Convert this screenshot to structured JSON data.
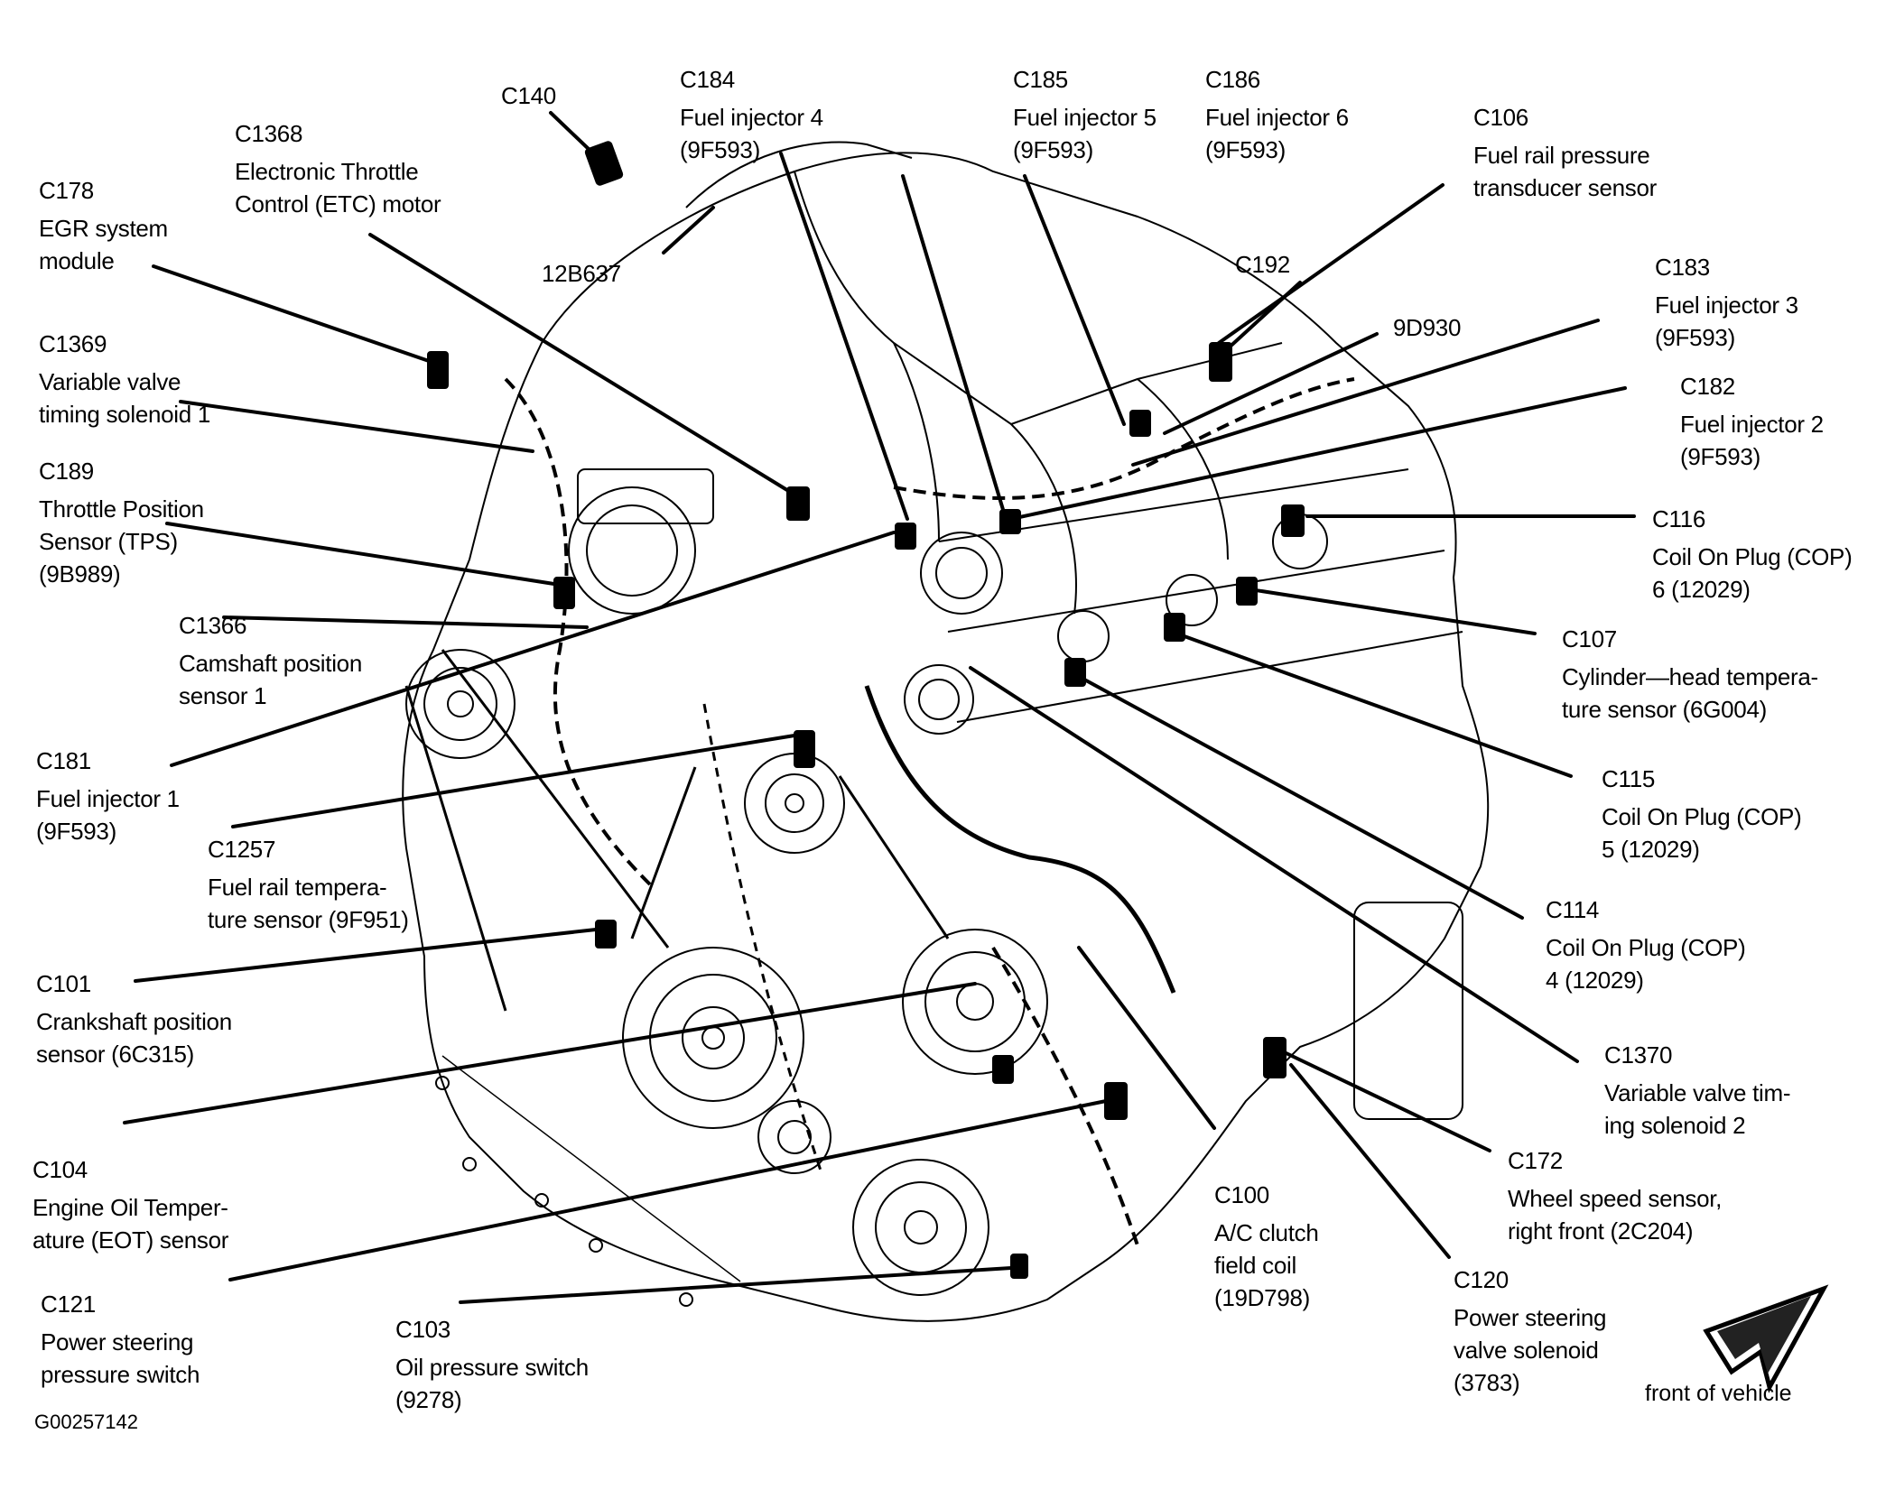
{
  "figure_id": "G00257142",
  "orientation": {
    "label": "front of vehicle",
    "icon": "arrow-up-right-icon"
  },
  "callouts": [
    {
      "id": "c140",
      "code": "C140",
      "lines": []
    },
    {
      "id": "c1368",
      "code": "C1368",
      "lines": [
        "Electronic Throttle",
        "Control (ETC) motor"
      ]
    },
    {
      "id": "c178",
      "code": "C178",
      "lines": [
        "EGR system",
        "module"
      ]
    },
    {
      "id": "c184",
      "code": "C184",
      "lines": [
        "Fuel injector 4",
        "(9F593)"
      ]
    },
    {
      "id": "c185",
      "code": "C185",
      "lines": [
        "Fuel injector 5",
        "(9F593)"
      ]
    },
    {
      "id": "c186",
      "code": "C186",
      "lines": [
        "Fuel injector 6",
        "(9F593)"
      ]
    },
    {
      "id": "c106",
      "code": "C106",
      "lines": [
        "Fuel rail pressure",
        "transducer sensor"
      ]
    },
    {
      "id": "p12b637",
      "code": "12B637",
      "lines": []
    },
    {
      "id": "c192",
      "code": "C192",
      "lines": []
    },
    {
      "id": "p9d930",
      "code": "9D930",
      "lines": []
    },
    {
      "id": "c183",
      "code": "C183",
      "lines": [
        "Fuel injector 3",
        "(9F593)"
      ]
    },
    {
      "id": "c182",
      "code": "C182",
      "lines": [
        "Fuel injector 2",
        "(9F593)"
      ]
    },
    {
      "id": "c1369",
      "code": "C1369",
      "lines": [
        "Variable valve",
        "timing solenoid 1"
      ]
    },
    {
      "id": "c189",
      "code": "C189",
      "lines": [
        "Throttle Position",
        "Sensor (TPS)",
        "(9B989)"
      ]
    },
    {
      "id": "c116",
      "code": "C116",
      "lines": [
        "Coil On Plug (COP)",
        "6 (12029)"
      ]
    },
    {
      "id": "c1366",
      "code": "C1366",
      "lines": [
        "Camshaft position",
        "sensor 1"
      ]
    },
    {
      "id": "c107",
      "code": "C107",
      "lines": [
        "Cylinder—head tempera-",
        "ture sensor (6G004)"
      ]
    },
    {
      "id": "c181",
      "code": "C181",
      "lines": [
        "Fuel injector 1",
        "(9F593)"
      ]
    },
    {
      "id": "c115",
      "code": "C115",
      "lines": [
        "Coil On Plug (COP)",
        "5 (12029)"
      ]
    },
    {
      "id": "c1257",
      "code": "C1257",
      "lines": [
        "Fuel rail tempera-",
        "ture sensor (9F951)"
      ]
    },
    {
      "id": "c114",
      "code": "C114",
      "lines": [
        "Coil On Plug (COP)",
        "4 (12029)"
      ]
    },
    {
      "id": "c101",
      "code": "C101",
      "lines": [
        "Crankshaft position",
        "sensor (6C315)"
      ]
    },
    {
      "id": "c1370",
      "code": "C1370",
      "lines": [
        "Variable valve tim-",
        "ing solenoid 2"
      ]
    },
    {
      "id": "c104",
      "code": "C104",
      "lines": [
        "Engine Oil Temper-",
        "ature (EOT) sensor"
      ]
    },
    {
      "id": "c172",
      "code": "C172",
      "lines": [
        "Wheel speed sensor,",
        "right front (2C204)"
      ]
    },
    {
      "id": "c100",
      "code": "C100",
      "lines": [
        "A/C clutch",
        "field coil",
        "(19D798)"
      ]
    },
    {
      "id": "c121",
      "code": "C121",
      "lines": [
        "Power steering",
        "pressure switch"
      ]
    },
    {
      "id": "c120",
      "code": "C120",
      "lines": [
        "Power steering",
        "valve solenoid",
        "(3783)"
      ]
    },
    {
      "id": "c103",
      "code": "C103",
      "lines": [
        "Oil pressure switch",
        "(9278)"
      ]
    }
  ]
}
